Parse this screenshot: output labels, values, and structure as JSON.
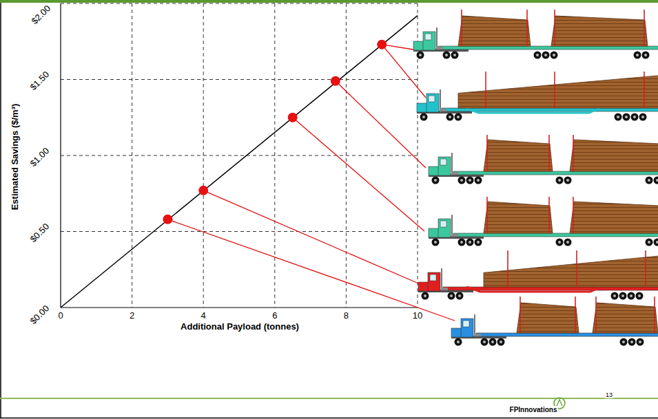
{
  "diagram": {
    "labels": [
      "Estimated Savings ($/m³)",
      "$0.00",
      "$0.50",
      "$1.00",
      "$1.50",
      "$2.00",
      "0",
      "2",
      "4",
      "6",
      "8",
      "10",
      "Additional Payload (tonnes)",
      "FPInnovations",
      "13"
    ]
  }
}
